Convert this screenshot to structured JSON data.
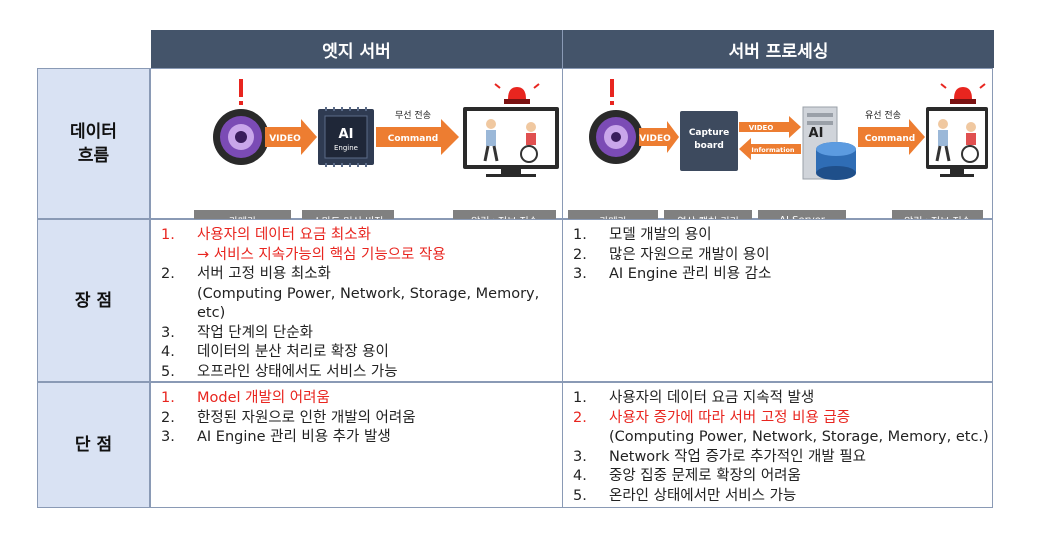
{
  "header": {
    "col1": "엣지 서버",
    "col2": "서버 프로세싱"
  },
  "rows": {
    "flow": "데이터\n흐름",
    "pros": "장 점",
    "cons": "단 점"
  },
  "edge_flow": {
    "video": "VIDEO",
    "ai": "AI",
    "engine": "Engine",
    "command": "Command",
    "network": "무선 전송",
    "labels": [
      "카메라",
      "스마트 머신 비전",
      "알림+정보 전송"
    ]
  },
  "server_flow": {
    "video": "VIDEO",
    "capture1": "Capture",
    "capture2": "board",
    "video2": "VIDEO",
    "information": "Information",
    "ai": "AI",
    "command": "Command",
    "network": "유선 전송",
    "labels": [
      "카메라",
      "영상 캡쳐 기기",
      "AI Server",
      "알림+정보 전송"
    ]
  },
  "edge_pros": [
    {
      "num": "1.",
      "text": "사용자의 데이터 요금 최소화",
      "red": true
    },
    {
      "num": "",
      "text": "→ 서비스 지속가능의 핵심 기능으로 작용",
      "red": true
    },
    {
      "num": "2.",
      "text": "서버 고정 비용 최소화",
      "red": false
    },
    {
      "num": "",
      "text": "(Computing Power, Network, Storage, Memory, etc)",
      "red": false
    },
    {
      "num": "3.",
      "text": "작업 단계의 단순화",
      "red": false
    },
    {
      "num": "4.",
      "text": "데이터의 분산 처리로 확장 용이",
      "red": false
    },
    {
      "num": "5.",
      "text": "오프라인 상태에서도 서비스 가능",
      "red": false
    }
  ],
  "server_pros": [
    {
      "num": "1.",
      "text": "모델 개발의 용이",
      "red": false
    },
    {
      "num": "2.",
      "text": "많은 자원으로 개발이 용이",
      "red": false
    },
    {
      "num": "3.",
      "text": "AI Engine 관리 비용 감소",
      "red": false
    }
  ],
  "edge_cons": [
    {
      "num": "1.",
      "text": "Model 개발의 어려움",
      "red": true
    },
    {
      "num": "2.",
      "text": "한정된 자원으로 인한 개발의 어려움",
      "red": false
    },
    {
      "num": "3.",
      "text": "AI Engine 관리 비용 추가 발생",
      "red": false
    }
  ],
  "server_cons": [
    {
      "num": "1.",
      "text": "사용자의 데이터 요금 지속적 발생",
      "red": false
    },
    {
      "num": "2.",
      "text": "사용자 증가에 따라 서버 고정 비용 급증",
      "red": true
    },
    {
      "num": "",
      "text": "(Computing Power, Network, Storage, Memory, etc.)",
      "red": false
    },
    {
      "num": "3.",
      "text": "Network 작업  증가로 추가적인 개발 필요",
      "red": false
    },
    {
      "num": "4.",
      "text": "중앙 집중 문제로 확장의 어려움",
      "red": false
    },
    {
      "num": "5.",
      "text": "온라인 상태에서만 서비스 가능",
      "red": false
    }
  ],
  "colors": {
    "header_bg": "#44546a",
    "label_bg": "#d9e2f3",
    "highlight": "#e8251f",
    "arrow": "#ed7d31",
    "pill": "#808080"
  }
}
